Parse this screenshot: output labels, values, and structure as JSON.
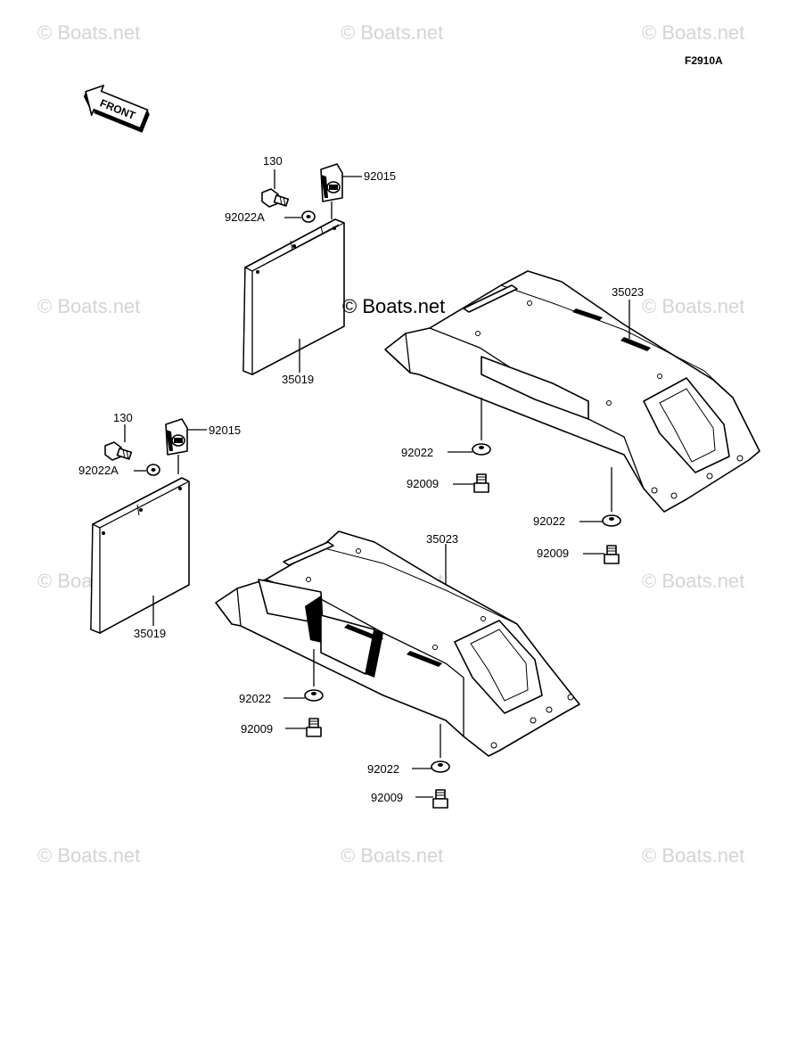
{
  "figure_code": "F2910A",
  "front_arrow_label": "FRONT",
  "watermark": "© Boats.net",
  "center_watermark": "© Boats.net",
  "labels": {
    "upper_bolt": "130",
    "upper_clip": "92015",
    "upper_washer": "92022A",
    "upper_flap": "35019",
    "upper_cover": "35023",
    "upper_cover_washer_a": "92022",
    "upper_cover_bolt_a": "92009",
    "upper_cover_washer_b": "92022",
    "upper_cover_bolt_b": "92009",
    "lower_bolt": "130",
    "lower_clip": "92015",
    "lower_washer": "92022A",
    "lower_flap": "35019",
    "lower_cover": "35023",
    "lower_cover_washer_a": "92022",
    "lower_cover_bolt_a": "92009",
    "lower_cover_washer_b": "92022",
    "lower_cover_bolt_b": "92009"
  }
}
